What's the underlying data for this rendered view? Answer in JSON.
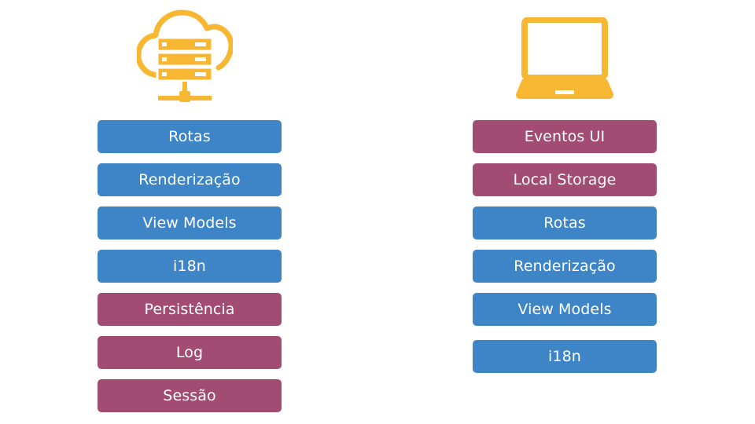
{
  "colors": {
    "server": "#f8b732",
    "client": "#f8b732",
    "blue": "#3e85c7",
    "purple": "#a24c73"
  },
  "icons": {
    "left": "cloud-server-icon",
    "right": "laptop-icon"
  },
  "left_column": [
    {
      "label": "Rotas",
      "color": "blue"
    },
    {
      "label": "Renderização",
      "color": "blue"
    },
    {
      "label": "View Models",
      "color": "blue"
    },
    {
      "label": "i18n",
      "color": "blue"
    },
    {
      "label": "Persistência",
      "color": "purple"
    },
    {
      "label": "Log",
      "color": "purple"
    },
    {
      "label": "Sessão",
      "color": "purple"
    }
  ],
  "right_column": [
    {
      "label": "Eventos UI",
      "color": "purple"
    },
    {
      "label": "Local Storage",
      "color": "purple"
    },
    {
      "label": "Rotas",
      "color": "blue"
    },
    {
      "label": "Renderização",
      "color": "blue"
    },
    {
      "label": "View Models",
      "color": "blue"
    },
    {
      "label": "i18n",
      "color": "blue"
    }
  ]
}
